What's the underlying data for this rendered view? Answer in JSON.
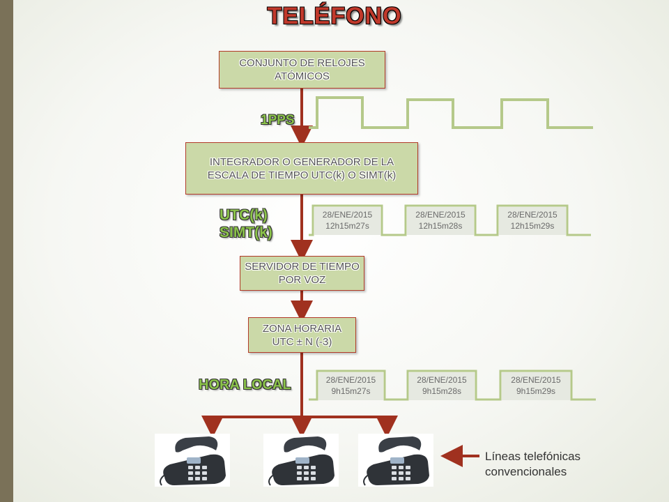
{
  "title": "TELÉFONO",
  "boxes": {
    "relojes": "CONJUNTO DE RELOJES ATÓMICOS",
    "integrador": "INTEGRADOR O GENERADOR DE LA ESCALA DE TIEMPO UTC(k) O SIMT(k)",
    "servidor": "SERVIDOR DE TIEMPO POR VOZ",
    "zona_line1": "ZONA HORARIA",
    "zona_line2": "UTC ± N (-3)"
  },
  "labels": {
    "pps": "1PPS",
    "utc": "UTC(k)",
    "simt": "SIMT(k)",
    "hora_local": "HORA LOCAL"
  },
  "utc_stamps": [
    {
      "date": "28/ENE/2015",
      "time": "12h15m27s"
    },
    {
      "date": "28/ENE/2015",
      "time": "12h15m28s"
    },
    {
      "date": "28/ENE/2015",
      "time": "12h15m29s"
    }
  ],
  "local_stamps": [
    {
      "date": "28/ENE/2015",
      "time": "9h15m27s"
    },
    {
      "date": "28/ENE/2015",
      "time": "9h15m28s"
    },
    {
      "date": "28/ENE/2015",
      "time": "9h15m29s"
    }
  ],
  "note": {
    "line1": "Líneas telefónicas",
    "line2": "convencionales"
  },
  "colors": {
    "arrow": "#a0311f",
    "pulse": "#b5c98a",
    "box_fill": "#cbd9a8",
    "title": "#c0392b",
    "label": "#8bc34a"
  }
}
